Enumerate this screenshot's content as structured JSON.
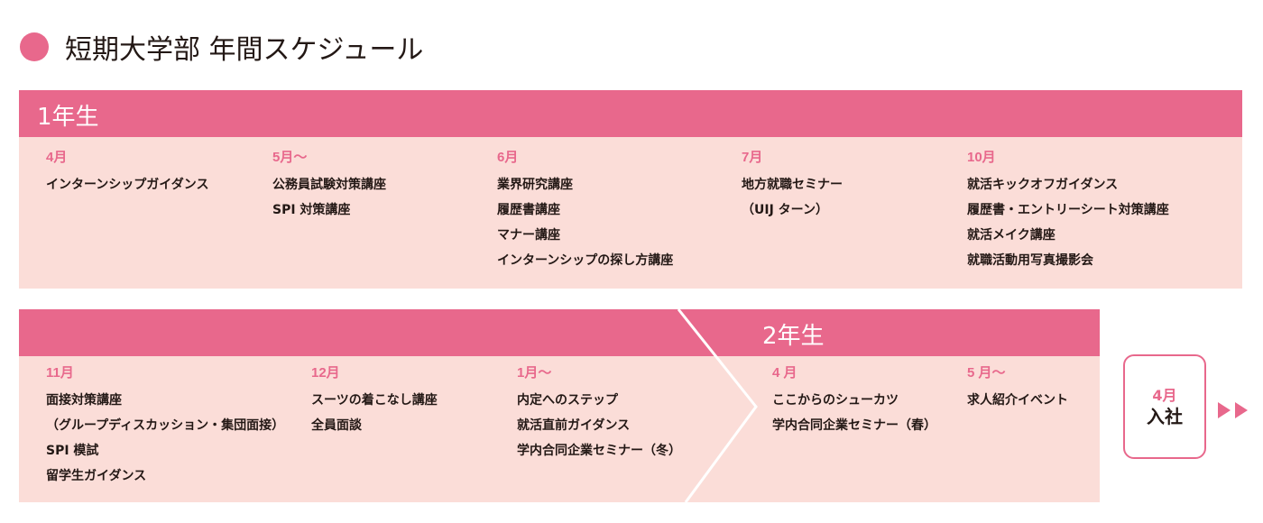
{
  "title": "短期大学部 年間スケジュール",
  "colors": {
    "accent": "#e8688c",
    "panel": "#fbddd8",
    "text": "#231815"
  },
  "year1": {
    "label": "1年生",
    "columns": [
      {
        "month": "4月",
        "items": [
          "インターンシップガイダンス"
        ]
      },
      {
        "month": "5月～",
        "items": [
          "公務員試験対策講座",
          "SPI 対策講座"
        ]
      },
      {
        "month": "6月",
        "items": [
          "業界研究講座",
          "履歴書講座",
          "マナー講座",
          "インターンシップの探し方講座"
        ]
      },
      {
        "month": "7月",
        "items": [
          "地方就職セミナー",
          "（UIJ ターン）"
        ]
      },
      {
        "month": "10月",
        "items": [
          "就活キックオフガイダンス",
          "履歴書・エントリーシート対策講座",
          "就活メイク講座",
          "就職活動用写真撮影会"
        ]
      }
    ]
  },
  "year2": {
    "label": "2年生",
    "columns": [
      {
        "month": "11月",
        "items": [
          "面接対策講座",
          "（グループディスカッション・集団面接）",
          "SPI 模試",
          "留学生ガイダンス"
        ]
      },
      {
        "month": "12月",
        "items": [
          "スーツの着こなし講座",
          "全員面談"
        ]
      },
      {
        "month": "1月～",
        "items": [
          "内定へのステップ",
          "就活直前ガイダンス",
          "学内合同企業セミナー（冬）"
        ]
      },
      {
        "month": "4 月",
        "items": [
          "ここからのシューカツ",
          "学内合同企業セミナー（春）"
        ]
      },
      {
        "month": "5 月～",
        "items": [
          "求人紹介イベント"
        ]
      }
    ]
  },
  "entry": {
    "month": "4月",
    "label": "入社"
  },
  "icons": {
    "title_marker": "circle-icon",
    "divider": "chevron-divider-icon",
    "next": "double-triangle-right-icon"
  }
}
